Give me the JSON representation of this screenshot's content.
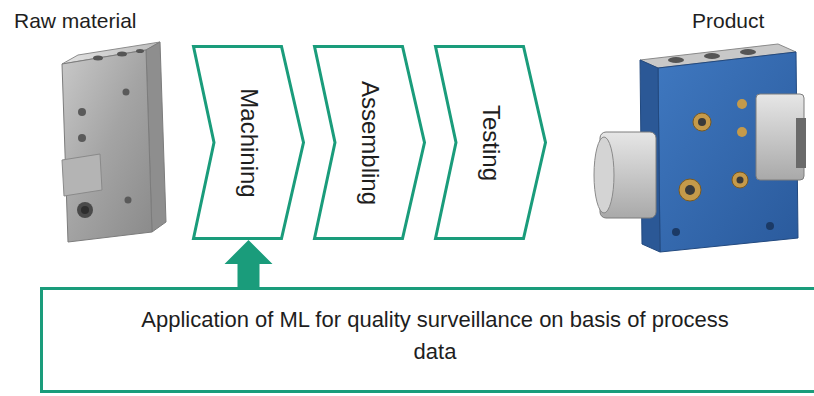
{
  "diagram": {
    "nodes": [
      {
        "text": [
          "Machining"
        ]
      },
      {
        "text": [
          "Assembling"
        ]
      },
      {
        "text": [
          "Testing"
        ]
      },
      {
        "text": [
          "Application of ML for quality surveillance on basis of process data"
        ]
      }
    ],
    "edges": [
      {
        "from": 3,
        "to": 0,
        "arrow": "to"
      }
    ],
    "labels": [
      "Raw material",
      "Product"
    ]
  }
}
